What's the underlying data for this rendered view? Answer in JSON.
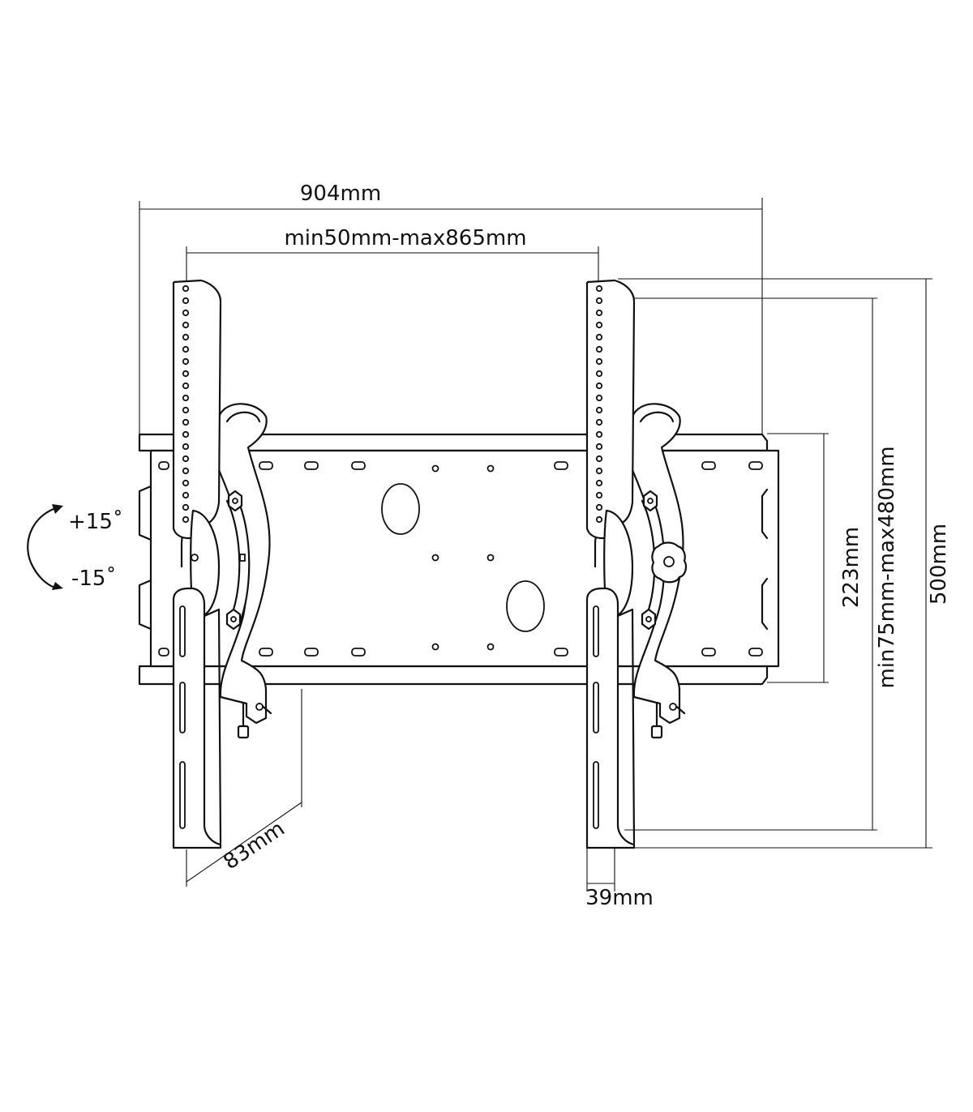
{
  "dimensions": {
    "overall_width": "904mm",
    "hole_spacing_width": "min50mm-max865mm",
    "plate_height": "223mm",
    "hole_spacing_height": "min75mm-max480mm",
    "overall_height": "500mm",
    "depth": "83mm",
    "arm_width": "39mm"
  },
  "tilt": {
    "up": "+15˚",
    "down": "-15˚"
  },
  "colors": {
    "line": "#111111",
    "background": "#ffffff"
  },
  "icons": {
    "tilt_arrow": "curved-double-arrow-icon"
  }
}
